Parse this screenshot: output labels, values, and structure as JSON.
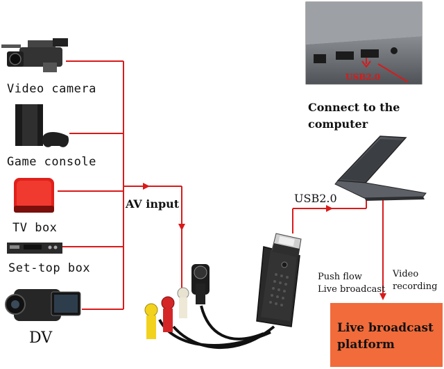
{
  "colors": {
    "line": "#d91a1a",
    "platform_bg": "#f26b3a",
    "device_dark": "#2b2b2b",
    "tvbox_red": "#e0201b",
    "laptop_gray": "#4a4d52"
  },
  "devices": [
    {
      "label": "Video camera",
      "icon": "video-camera-icon"
    },
    {
      "label": "Game console",
      "icon": "game-console-icon"
    },
    {
      "label": "TV box",
      "icon": "tv-box-icon"
    },
    {
      "label": "Set-top box",
      "icon": "set-top-box-icon"
    },
    {
      "label": "DV",
      "icon": "dv-camcorder-icon"
    }
  ],
  "labels": {
    "av_input": "AV input",
    "usb_top": "USB2.0",
    "usb_mid": "USB2.0",
    "connect_line1": "Connect to the",
    "connect_line2": "computer",
    "push_flow_line1": "Push flow",
    "push_flow_line2": "Live broadcast",
    "video_rec_line1": "Video",
    "video_rec_line2": "recording",
    "platform_line1": "Live broadcast",
    "platform_line2": "platform"
  }
}
